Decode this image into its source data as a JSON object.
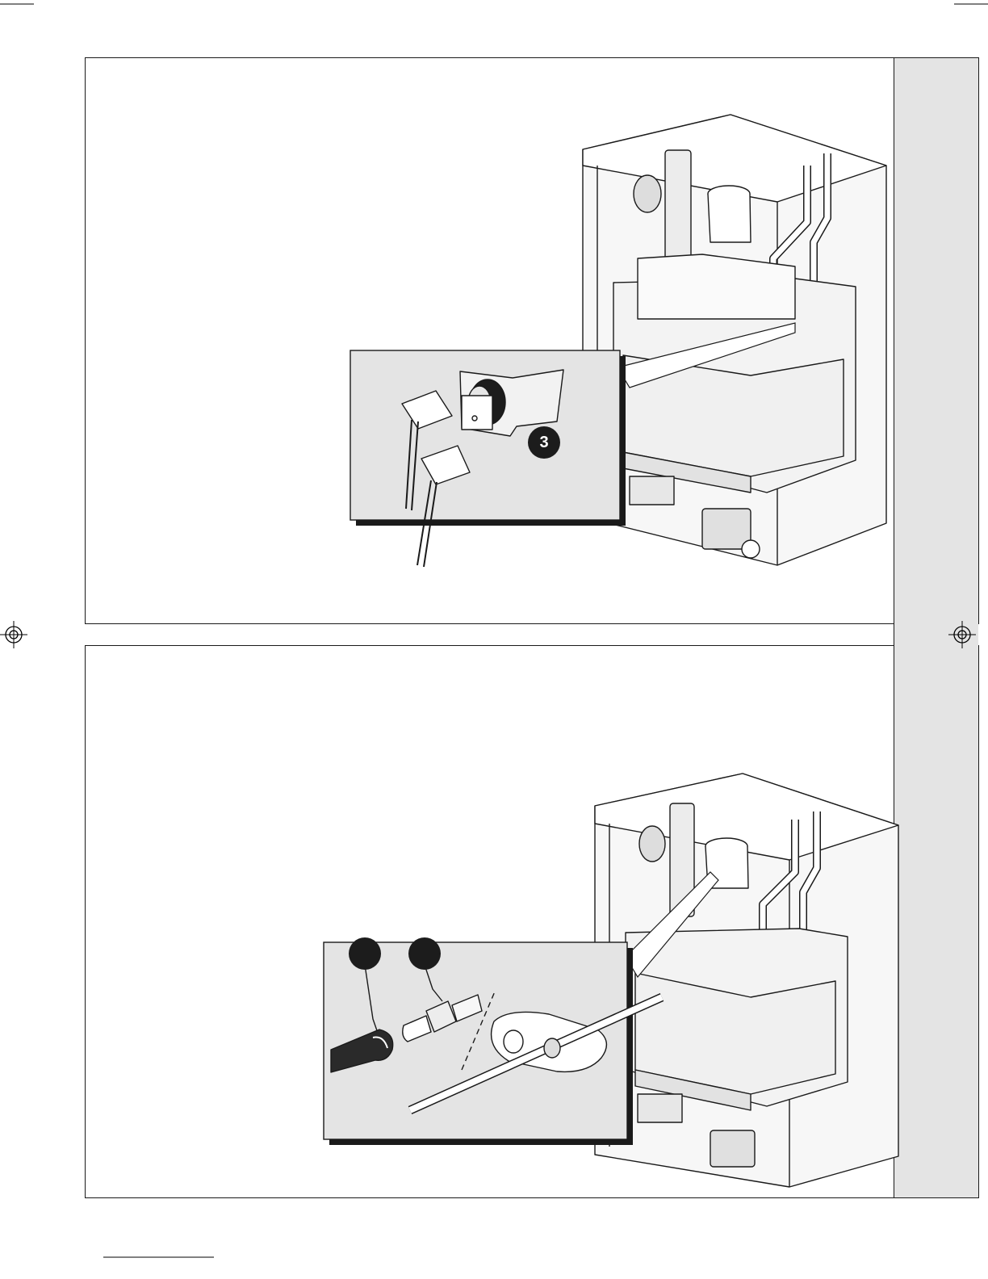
{
  "figure_top": {
    "callouts": [
      {
        "id": "callout-3",
        "label": "3"
      }
    ]
  },
  "figure_bottom": {
    "callouts": [
      {
        "id": "callout-a",
        "label": ""
      },
      {
        "id": "callout-b",
        "label": ""
      }
    ]
  },
  "icons": [
    "registration-mark-icon"
  ],
  "colors": {
    "line": "#1a1a1a",
    "panel_fill": "#e4e4e4",
    "callout_fill": "#1c1c1c"
  }
}
